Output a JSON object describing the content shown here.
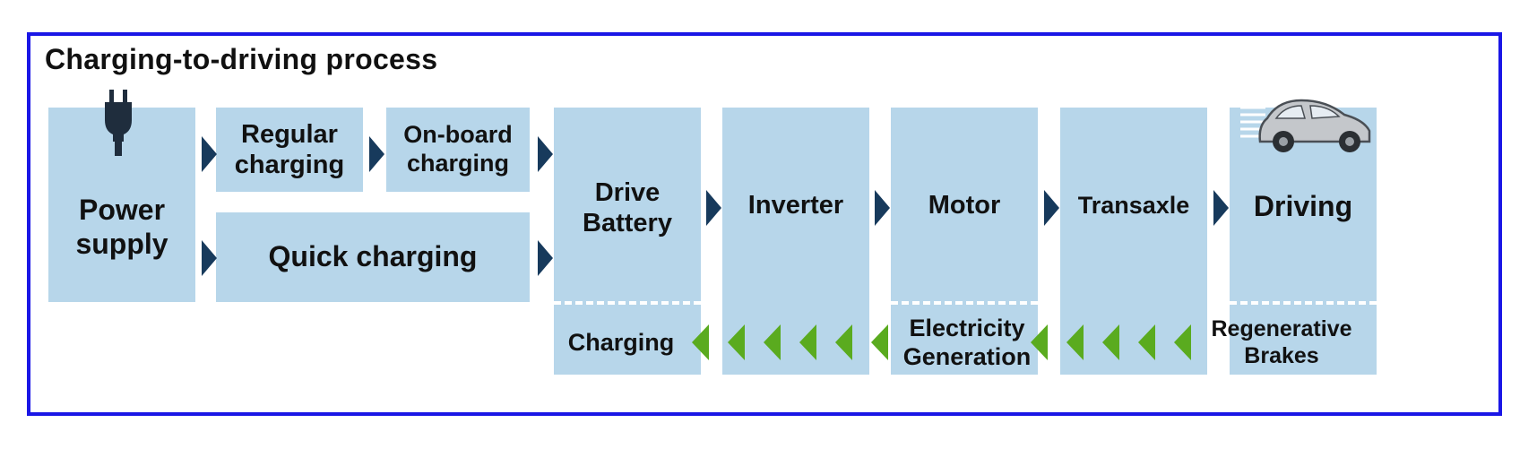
{
  "title": "Charging-to-driving process",
  "boxes": {
    "power_supply": [
      "Power",
      "supply"
    ],
    "regular_charging": [
      "Regular",
      "charging"
    ],
    "onboard_charging": [
      "On-board",
      "charging"
    ],
    "quick_charging": "Quick charging",
    "drive_battery": [
      "Drive",
      "Battery"
    ],
    "inverter": "Inverter",
    "motor": "Motor",
    "transaxle": "Transaxle",
    "driving": "Driving"
  },
  "regeneration": {
    "charging": "Charging",
    "electricity_generation": [
      "Electricity",
      "Generation"
    ],
    "regenerative_brakes": [
      "Regenerative",
      "Brakes"
    ]
  },
  "icons": [
    "plug-icon",
    "car-icon"
  ],
  "colors": {
    "frame": "#1a16e6",
    "box": "#b7d6ea",
    "forward_arrow": "#173a5c",
    "regen_arrow": "#5aab1f"
  }
}
